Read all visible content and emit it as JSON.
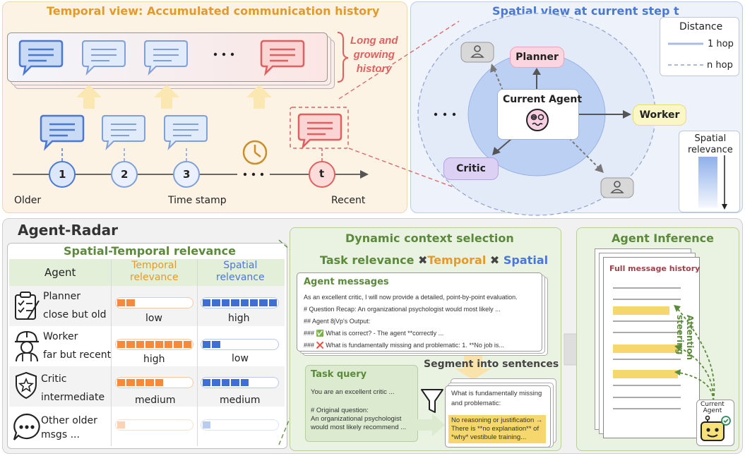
{
  "temporal": {
    "title": "Temporal view: Accumulated communication history",
    "history_label_line1": "Long and",
    "history_label_line2": "growing",
    "history_label_line3": "history",
    "steps": [
      "1",
      "2",
      "3",
      "t"
    ],
    "older": "Older",
    "timestamp": "Time stamp",
    "recent": "Recent"
  },
  "spatial": {
    "title": "Spatial view at current step t",
    "current_agent": "Current Agent",
    "planner": "Planner",
    "worker": "Worker",
    "critic": "Critic",
    "legend_title": "Distance",
    "legend_1hop": "1 hop",
    "legend_nhop": "n hop",
    "relevance_label_line1": "Spatial",
    "relevance_label_line2": "relevance"
  },
  "radar": {
    "title": "Agent-Radar",
    "subtitle": "Spatial-Temporal relevance",
    "col_agent": "Agent",
    "col_temporal_line1": "Temporal",
    "col_temporal_line2": "relevance",
    "col_spatial_line1": "Spatial",
    "col_spatial_line2": "relevance",
    "rows": [
      {
        "name": "Planner",
        "desc": "close but old",
        "temporal": "low",
        "spatial": "high",
        "t_frac": 0.2,
        "s_frac": 1.0
      },
      {
        "name": "Worker",
        "desc": "far but recent",
        "temporal": "high",
        "spatial": "low",
        "t_frac": 1.0,
        "s_frac": 0.25
      },
      {
        "name": "Critic",
        "desc": "intermediate",
        "temporal": "medium",
        "spatial": "medium",
        "t_frac": 0.6,
        "s_frac": 0.6
      },
      {
        "name": "Other older",
        "desc": "msgs ...",
        "temporal": "",
        "spatial": "",
        "t_frac": 0.12,
        "s_frac": 0.12
      }
    ]
  },
  "dynamic": {
    "title": "Dynamic context selection",
    "formula_task": "Task relevance",
    "formula_x1": "✖",
    "formula_temporal": "Temporal",
    "formula_x2": "✖",
    "formula_spatial": "Spatial",
    "agent_messages_title": "Agent messages",
    "messages": [
      "As an excellent critic, I will now provide a detailed, point-by-point evaluation.",
      "# Question Recap:  An organizational psychologist would most likely ...",
      "## Agent 8jVp's Output:",
      "### ✅ What is correct? - The agent **correctly ...",
      "### ❌ What is fundamentally missing and problematic: 1. **No job is..."
    ],
    "task_query_title": "Task query",
    "task_query_lines": [
      "You are an excellent critic ...",
      "",
      "# Original question:",
      "An organizational psychologist",
      "would most likely recommend ..."
    ],
    "segment_label": "Segment into sentences",
    "segment_lines": [
      "What is fundamentally missing",
      "and problematic:"
    ],
    "highlight_lines": [
      "No reasoning or justification →",
      "There is **no explanation** of",
      "*why* vestibule training..."
    ]
  },
  "inference": {
    "title": "Agent Inference",
    "doc_title": "Full message history",
    "attention_line1": "Attention",
    "attention_line2": "steering",
    "agent_label_line1": "Current",
    "agent_label_line2": "Agent"
  },
  "colors": {
    "temporal_accent": "#e39a2b",
    "spatial_accent": "#4a78d4",
    "red": "#e06060",
    "green_title": "#5a8a3a",
    "bar_orange": "#f58a3c",
    "bar_blue": "#3f6fd0"
  }
}
